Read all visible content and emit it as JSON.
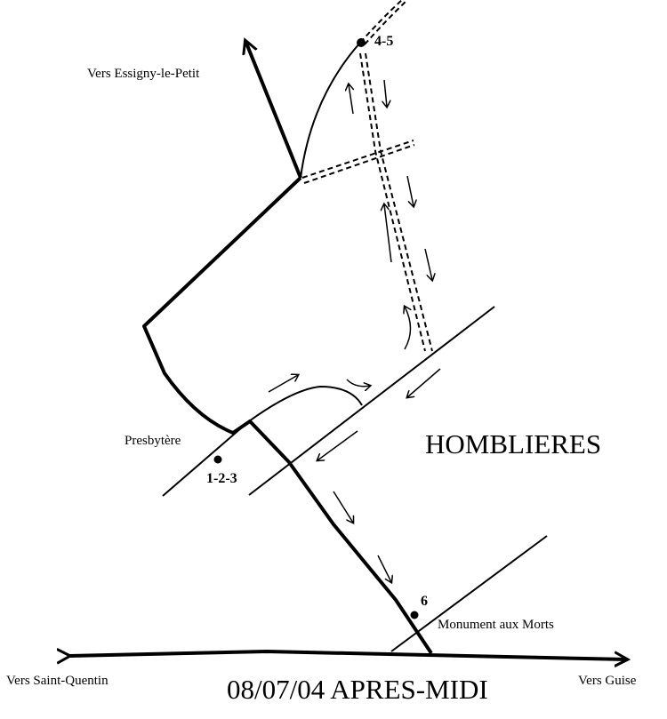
{
  "labels": {
    "essigny": "Vers Essigny-le-Petit",
    "stop_4_5": "4-5",
    "presbytere": "Presbytère",
    "stop_1_2_3": "1-2-3",
    "town": "HOMBLIERES",
    "stop_6": "6",
    "monument": "Monument aux Morts",
    "saint_quentin": "Vers Saint-Quentin",
    "title": "08/07/04 APRES-MIDI",
    "guise": "Vers Guise"
  },
  "colors": {
    "ink": "#000000",
    "background": "#ffffff"
  }
}
